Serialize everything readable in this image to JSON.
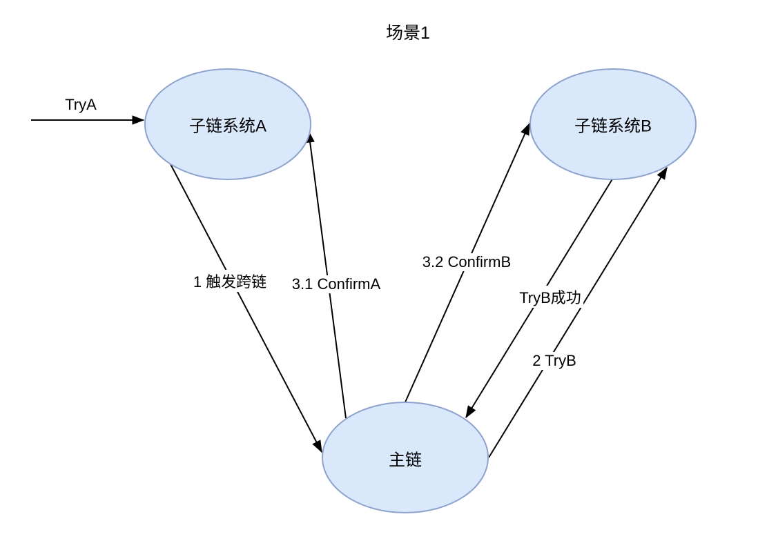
{
  "title": "场景1",
  "colors": {
    "background": "#ffffff",
    "node_fill": "#dae8fc",
    "node_stroke": "#8da3cd",
    "edge": "#000000",
    "text": "#000000"
  },
  "nodes": [
    {
      "id": "chain-a",
      "label": "子链系统A"
    },
    {
      "id": "chain-b",
      "label": "子链系统B"
    },
    {
      "id": "main-chain",
      "label": "主链"
    }
  ],
  "edges": [
    {
      "id": "trya",
      "label": "TryA",
      "from": "external",
      "to": "chain-a"
    },
    {
      "id": "trigger-crosschain",
      "label": "1 触发跨链",
      "from": "chain-a",
      "to": "main-chain"
    },
    {
      "id": "confirm-a",
      "label": "3.1 ConfirmA",
      "from": "main-chain",
      "to": "chain-a"
    },
    {
      "id": "confirm-b",
      "label": "3.2 ConfirmB",
      "from": "main-chain",
      "to": "chain-b"
    },
    {
      "id": "tryb-success",
      "label": "TryB成功",
      "from": "chain-b",
      "to": "main-chain"
    },
    {
      "id": "tryb",
      "label": "2 TryB",
      "from": "main-chain",
      "to": "chain-b"
    }
  ]
}
